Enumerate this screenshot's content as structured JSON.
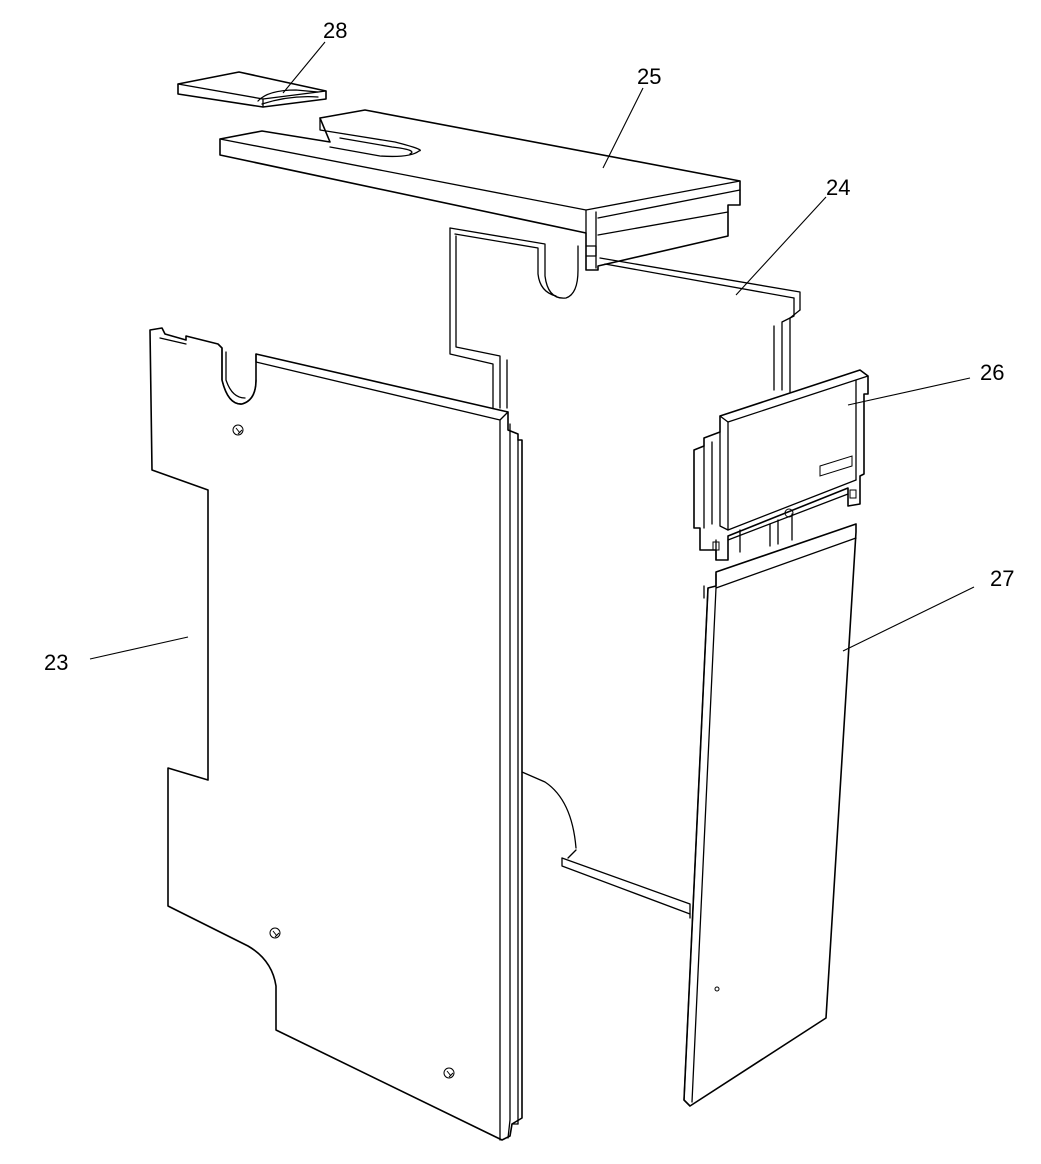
{
  "figure": {
    "callouts": {
      "c23": "23",
      "c24": "24",
      "c25": "25",
      "c26": "26",
      "c27": "27",
      "c28": "28"
    },
    "colors": {
      "line": "#000000",
      "background": "#ffffff"
    }
  }
}
